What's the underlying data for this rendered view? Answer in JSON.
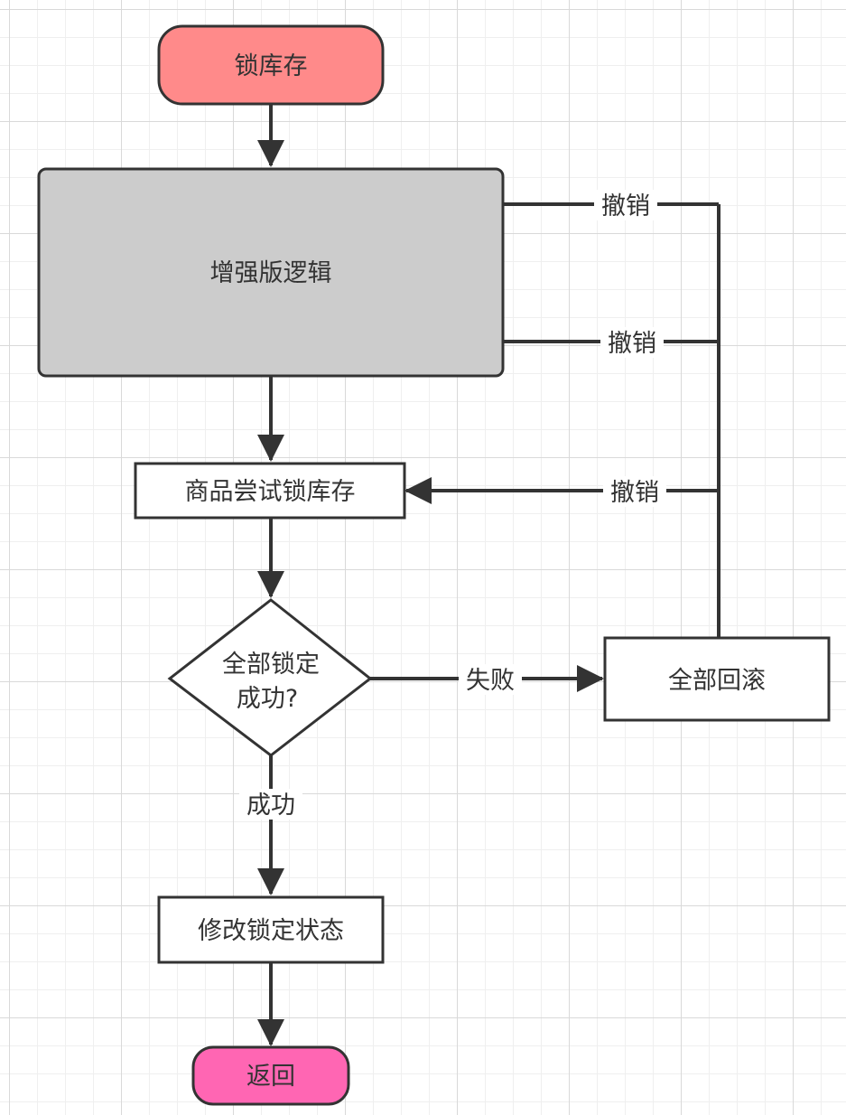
{
  "nodes": {
    "start": {
      "label": "锁库存",
      "fill": "#ff8a8a"
    },
    "enhanced": {
      "label": "增强版逻辑",
      "fill": "#cccccc"
    },
    "try_lock": {
      "label": "商品尝试锁库存",
      "fill": "#ffffff"
    },
    "decision": {
      "line1": "全部锁定",
      "line2": "成功?",
      "fill": "#ffffff"
    },
    "rollback": {
      "label": "全部回滚",
      "fill": "#ffffff"
    },
    "update": {
      "label": "修改锁定状态",
      "fill": "#ffffff"
    },
    "end": {
      "label": "返回",
      "fill": "#ff66b3"
    }
  },
  "edges": {
    "cancel_top": "撤销",
    "cancel_mid": "撤销",
    "cancel_bottom": "撤销",
    "fail": "失败",
    "success": "成功"
  },
  "colors": {
    "stroke": "#333333",
    "text": "#333333"
  }
}
